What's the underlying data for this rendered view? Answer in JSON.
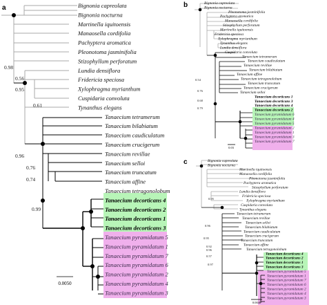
{
  "figure": {
    "colors": {
      "gray_branch": "#a8a8a8",
      "black_branch": "#000000",
      "green_highlight": "#b8f5b8",
      "pink_highlight": "#f0b0ec",
      "decorticans_text": "#000000",
      "pyramidatum_text": "#3a2a4a"
    },
    "panels": [
      {
        "id": "a",
        "label": "a",
        "scale_label": "0.0050",
        "support_labels": [
          "0.98",
          "0.56",
          "0.95",
          "0.61",
          "0.96",
          "0.76",
          "0.74",
          "0.99"
        ],
        "taxa": [
          {
            "name": "Bignonia capreolata",
            "group": "out"
          },
          {
            "name": "Bignonia nocturna",
            "group": "out"
          },
          {
            "name": "Martinella iquitoensis",
            "group": "out"
          },
          {
            "name": "Manaosella cordifolia",
            "group": "out"
          },
          {
            "name": "Pachyptera aromatica",
            "group": "out"
          },
          {
            "name": "Pleonotoma jasminifolia",
            "group": "out"
          },
          {
            "name": "Stizophyllum perforatum",
            "group": "out"
          },
          {
            "name": "Lundia densiflora",
            "group": "out"
          },
          {
            "name": "Fridericia speciosa",
            "group": "out"
          },
          {
            "name": "Xylophragma myrianthum",
            "group": "out"
          },
          {
            "name": "Cuspidaria convoluta",
            "group": "out"
          },
          {
            "name": "Tynanthus elegans",
            "group": "out"
          },
          {
            "name": "Tanaecium tetramerum",
            "group": "in"
          },
          {
            "name": "Tanaecium bilabiatum",
            "group": "in"
          },
          {
            "name": "Tanaecium caudiculatum",
            "group": "in"
          },
          {
            "name": "Tanaecium crucigerum",
            "group": "in"
          },
          {
            "name": "Tanaecium revillae",
            "group": "in"
          },
          {
            "name": "Tanaecium selloi",
            "group": "in"
          },
          {
            "name": "Tanaecium truncatum",
            "group": "in"
          },
          {
            "name": "Tanaecium affine",
            "group": "in"
          },
          {
            "name": "Tanaecium tetragonolobum",
            "group": "in"
          },
          {
            "name": "Tanaecium decorticans 4",
            "group": "dec"
          },
          {
            "name": "Tanaecium decorticans 2",
            "group": "dec"
          },
          {
            "name": "Tanaecium decorticans 1",
            "group": "dec"
          },
          {
            "name": "Tanaecium decorticans 3",
            "group": "dec"
          },
          {
            "name": "Tanaecium pyramidatum 5",
            "group": "pyr"
          },
          {
            "name": "Tanaecium pyramidatum 1",
            "group": "pyr"
          },
          {
            "name": "Tanaecium pyramidatum 7",
            "group": "pyr"
          },
          {
            "name": "Tanaecium pyramidatum 6",
            "group": "pyr"
          },
          {
            "name": "Tanaecium pyramidatum 2",
            "group": "pyr"
          },
          {
            "name": "Tanaecium pyramidatum 4",
            "group": "pyr"
          },
          {
            "name": "Tanaecium pyramidatum 3",
            "group": "pyr"
          }
        ]
      },
      {
        "id": "b",
        "label": "b",
        "scale_label": "0.03",
        "support_labels": [
          "0.54",
          "0.76",
          "0.68",
          "0.79"
        ],
        "taxa": [
          {
            "name": "Bignonia capreolata",
            "group": "out"
          },
          {
            "name": "Bignonia nocturna",
            "group": "out"
          },
          {
            "name": "Pleonotoma jasminifolia",
            "group": "out"
          },
          {
            "name": "Pachyptera aromatica",
            "group": "out"
          },
          {
            "name": "Manaosella cordifolia",
            "group": "out"
          },
          {
            "name": "Stizophyllum perforatum",
            "group": "out"
          },
          {
            "name": "Martinella iquitoensis",
            "group": "out"
          },
          {
            "name": "Fridericia speciosa",
            "group": "out"
          },
          {
            "name": "Xylophragma myrianthum",
            "group": "out"
          },
          {
            "name": "Tynanthus elegans",
            "group": "out"
          },
          {
            "name": "Lundia densiflora",
            "group": "out"
          },
          {
            "name": "Cuspidaria convoluta",
            "group": "in"
          },
          {
            "name": "Tanaecium tetramerum",
            "group": "in"
          },
          {
            "name": "Tanaecium caudiculatum",
            "group": "in"
          },
          {
            "name": "Tanaecium revillae",
            "group": "in"
          },
          {
            "name": "Tanaecium bilabiatum",
            "group": "in"
          },
          {
            "name": "Tanaecium affine",
            "group": "in"
          },
          {
            "name": "Tanaecium tetragonolobum",
            "group": "in"
          },
          {
            "name": "Tanaecium truncatum",
            "group": "in"
          },
          {
            "name": "Tanaecium crucigerum",
            "group": "in"
          },
          {
            "name": "Tanaecium selloi",
            "group": "in"
          },
          {
            "name": "Tanaecium decorticans 1",
            "group": "dec"
          },
          {
            "name": "Tanaecium decorticans 3",
            "group": "dec"
          },
          {
            "name": "Tanaecium decorticans 4",
            "group": "dec"
          },
          {
            "name": "Tanaecium decorticans 2",
            "group": "dec"
          },
          {
            "name": "Tanaecium pyramidatum 6",
            "group": "pyr"
          },
          {
            "name": "Tanaecium pyramidatum 4",
            "group": "pyr"
          },
          {
            "name": "Tanaecium pyramidatum 5",
            "group": "pyr"
          },
          {
            "name": "Tanaecium pyramidatum 2",
            "group": "pyr"
          },
          {
            "name": "Tanaecium pyramidatum 1",
            "group": "pyr"
          },
          {
            "name": "Tanaecium pyramidatum 3",
            "group": "pyr"
          },
          {
            "name": "Tanaecium pyramidatum 7",
            "group": "pyr"
          }
        ]
      },
      {
        "id": "c",
        "label": "c",
        "scale_label": "0.0040",
        "support_labels": [
          "0.95",
          "0.96",
          "0.95",
          "0.92",
          "0.96",
          "0.57",
          "0.97"
        ],
        "taxa": [
          {
            "name": "Bignonia capreolata",
            "group": "out"
          },
          {
            "name": "Bignonia nocturna",
            "group": "out"
          },
          {
            "name": "Martinella iquitoensis",
            "group": "out"
          },
          {
            "name": "Manaosella cordifolia",
            "group": "out"
          },
          {
            "name": "Pleonotoma jasminifolia",
            "group": "out"
          },
          {
            "name": "Pachyptera aromatica",
            "group": "out"
          },
          {
            "name": "Stizophyllum perforatum",
            "group": "out"
          },
          {
            "name": "Lundia densiflora",
            "group": "out"
          },
          {
            "name": "Fridericia speciosa",
            "group": "out"
          },
          {
            "name": "Xylophragma myrianthum",
            "group": "out"
          },
          {
            "name": "Cuspidaria convoluta",
            "group": "out"
          },
          {
            "name": "Tynanthus elegans",
            "group": "out"
          },
          {
            "name": "Tanaecium tetramerum",
            "group": "in"
          },
          {
            "name": "Tanaecium revillae",
            "group": "in"
          },
          {
            "name": "Tanaecium selloi",
            "group": "in"
          },
          {
            "name": "Tanaecium bilabiatum",
            "group": "in"
          },
          {
            "name": "Tanaecium caudiculatum",
            "group": "in"
          },
          {
            "name": "Tanaecium crucigerum",
            "group": "in"
          },
          {
            "name": "Tanaecium truncatum",
            "group": "in"
          },
          {
            "name": "Tanaecium affine",
            "group": "in"
          },
          {
            "name": "Tanaecium tetragonolobum",
            "group": "in"
          },
          {
            "name": "Tanaecium decorticans 4",
            "group": "dec"
          },
          {
            "name": "Tanaecium decorticans 2",
            "group": "dec"
          },
          {
            "name": "Tanaecium decorticans 1",
            "group": "dec"
          },
          {
            "name": "Tanaecium decorticans 3",
            "group": "dec"
          },
          {
            "name": "Tanaecium pyramidatum 5",
            "group": "pyr"
          },
          {
            "name": "Tanaecium pyramidatum 1",
            "group": "pyr"
          },
          {
            "name": "Tanaecium pyramidatum 7",
            "group": "pyr"
          },
          {
            "name": "Tanaecium pyramidatum 6",
            "group": "pyr"
          },
          {
            "name": "Tanaecium pyramidatum 2",
            "group": "pyr"
          },
          {
            "name": "Tanaecium pyramidatum 4",
            "group": "pyr"
          },
          {
            "name": "Tanaecium pyramidatum 3",
            "group": "pyr"
          }
        ]
      }
    ]
  }
}
